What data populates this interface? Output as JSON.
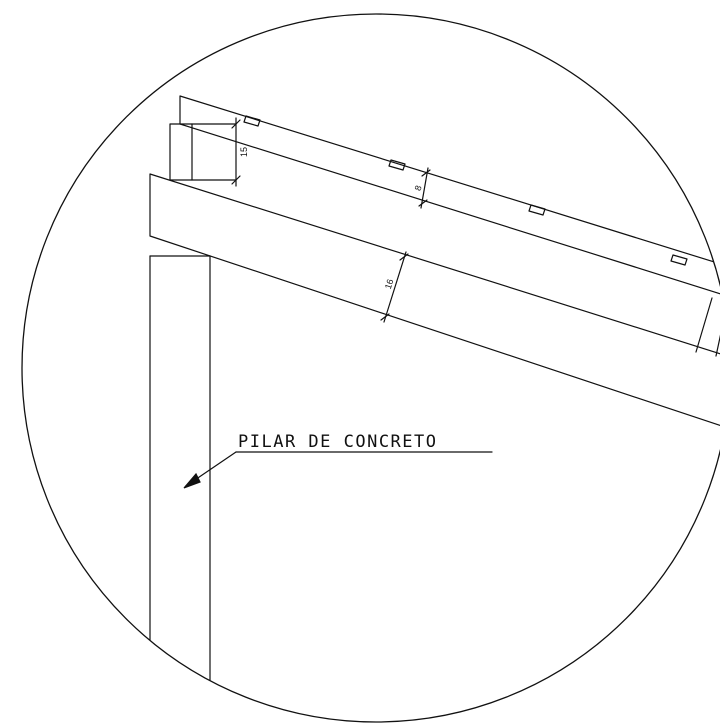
{
  "colors": {
    "line": "#111111",
    "background": "#ffffff"
  },
  "labels": {
    "pillar": "PILAR DE CONCRETO"
  },
  "dimensions": {
    "block_height": "15",
    "rafter_depth": "8",
    "beam_depth": "16"
  }
}
